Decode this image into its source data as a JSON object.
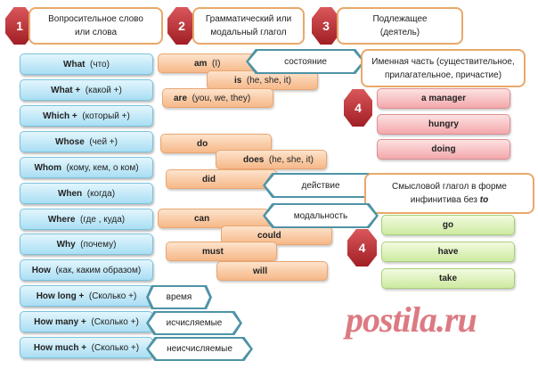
{
  "headers": [
    {
      "num": "1",
      "text": "Вопросительное слово или слова"
    },
    {
      "num": "2",
      "text": "Грамматический или модальный глагол"
    },
    {
      "num": "3",
      "text": "Подлежащее (деятель)"
    }
  ],
  "questions": [
    {
      "word": "What",
      "ru": "(что)"
    },
    {
      "word": "What +",
      "ru": "(какой +)"
    },
    {
      "word": "Which +",
      "ru": "(который +)"
    },
    {
      "word": "Whose",
      "ru": "(чей +)"
    },
    {
      "word": "Whom",
      "ru": "(кому, кем, о ком)"
    },
    {
      "word": "When",
      "ru": "(когда)"
    },
    {
      "word": "Where",
      "ru": "(где , куда)"
    },
    {
      "word": "Why",
      "ru": "(почему)"
    },
    {
      "word": "How",
      "ru": "(как, каким образом)"
    },
    {
      "word": "How long +",
      "ru": "(Сколько +)"
    },
    {
      "word": "How many +",
      "ru": "(Сколько +)"
    },
    {
      "word": "How much +",
      "ru": "(Сколько +)"
    }
  ],
  "verbs": [
    {
      "word": "am",
      "ru": "(I)"
    },
    {
      "word": "is",
      "ru": "(he, she, it)"
    },
    {
      "word": "are",
      "ru": "(you, we, they)"
    },
    {
      "word": "do",
      "ru": ""
    },
    {
      "word": "does",
      "ru": "(he, she, it)"
    },
    {
      "word": "did",
      "ru": ""
    },
    {
      "word": "can",
      "ru": ""
    },
    {
      "word": "could",
      "ru": ""
    },
    {
      "word": "must",
      "ru": ""
    },
    {
      "word": "will",
      "ru": ""
    }
  ],
  "tags": {
    "state": "состояние",
    "action": "действие",
    "modality": "модальность",
    "time": "время",
    "countable": "исчисляемые",
    "uncountable": "неисчисляемые"
  },
  "nominal": {
    "num": "4",
    "text": "Именная часть (существительное, прилагательное, причастие)",
    "items": [
      "a manager",
      "hungry",
      "doing"
    ]
  },
  "infinitive": {
    "num": "4",
    "text_before": "Смысловой глагол в форме инфинитива без ",
    "text_em": "to",
    "items": [
      "go",
      "have",
      "take"
    ]
  },
  "watermark": "postila.ru"
}
